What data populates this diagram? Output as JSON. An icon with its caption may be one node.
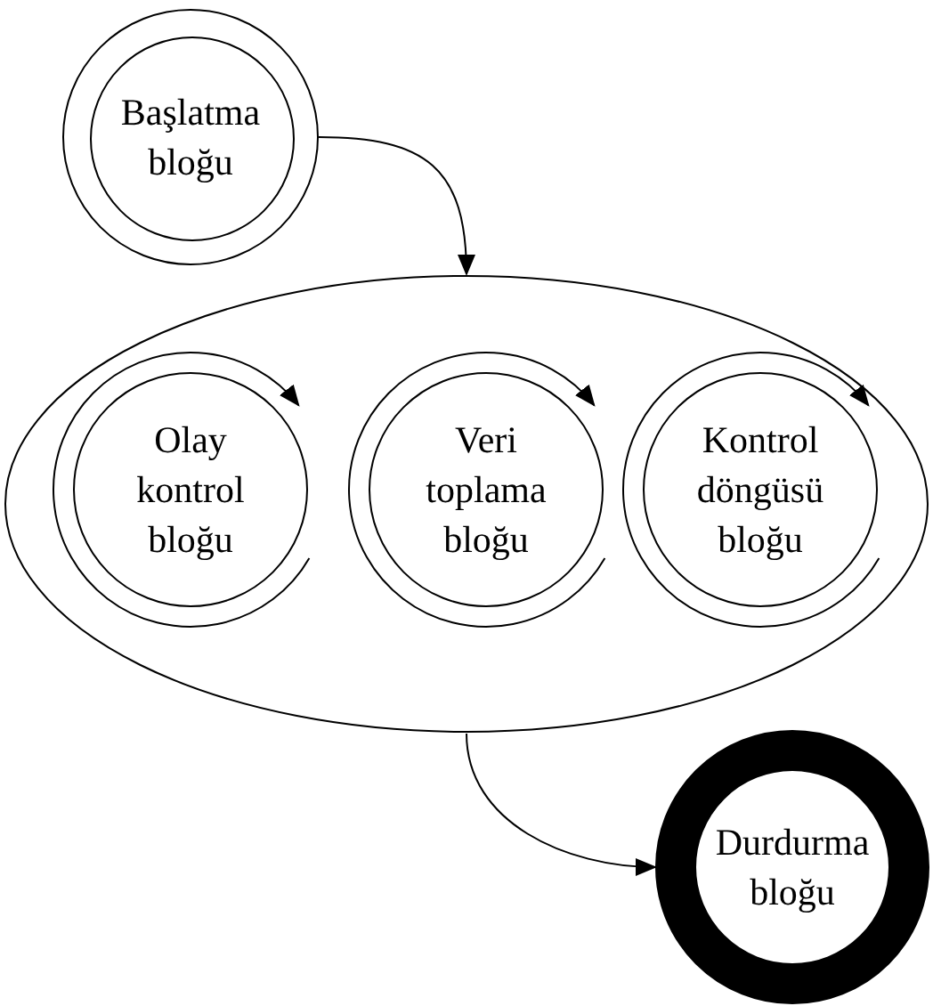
{
  "diagram": {
    "nodes": [
      {
        "text": [
          "Başlatma bloğu"
        ]
      },
      {
        "text": [],
        "shape": "ellipse"
      },
      {
        "text": [
          "Olay kontrol bloğu"
        ],
        "in": 1
      },
      {
        "text": [
          "Veri toplama bloğu"
        ],
        "in": 1
      },
      {
        "text": [
          "Kontrol döngüsü bloğu"
        ],
        "in": 1
      },
      {
        "text": [
          "Durdurma bloğu"
        ]
      }
    ],
    "edges": [
      {
        "from": 0,
        "to": 1,
        "arrow": "to"
      },
      {
        "from": 2,
        "to": 2,
        "arrow": "to"
      },
      {
        "from": 3,
        "to": 3,
        "arrow": "to"
      },
      {
        "from": 4,
        "to": 4,
        "arrow": "to"
      },
      {
        "from": 1,
        "to": 5,
        "arrow": "to"
      }
    ]
  }
}
